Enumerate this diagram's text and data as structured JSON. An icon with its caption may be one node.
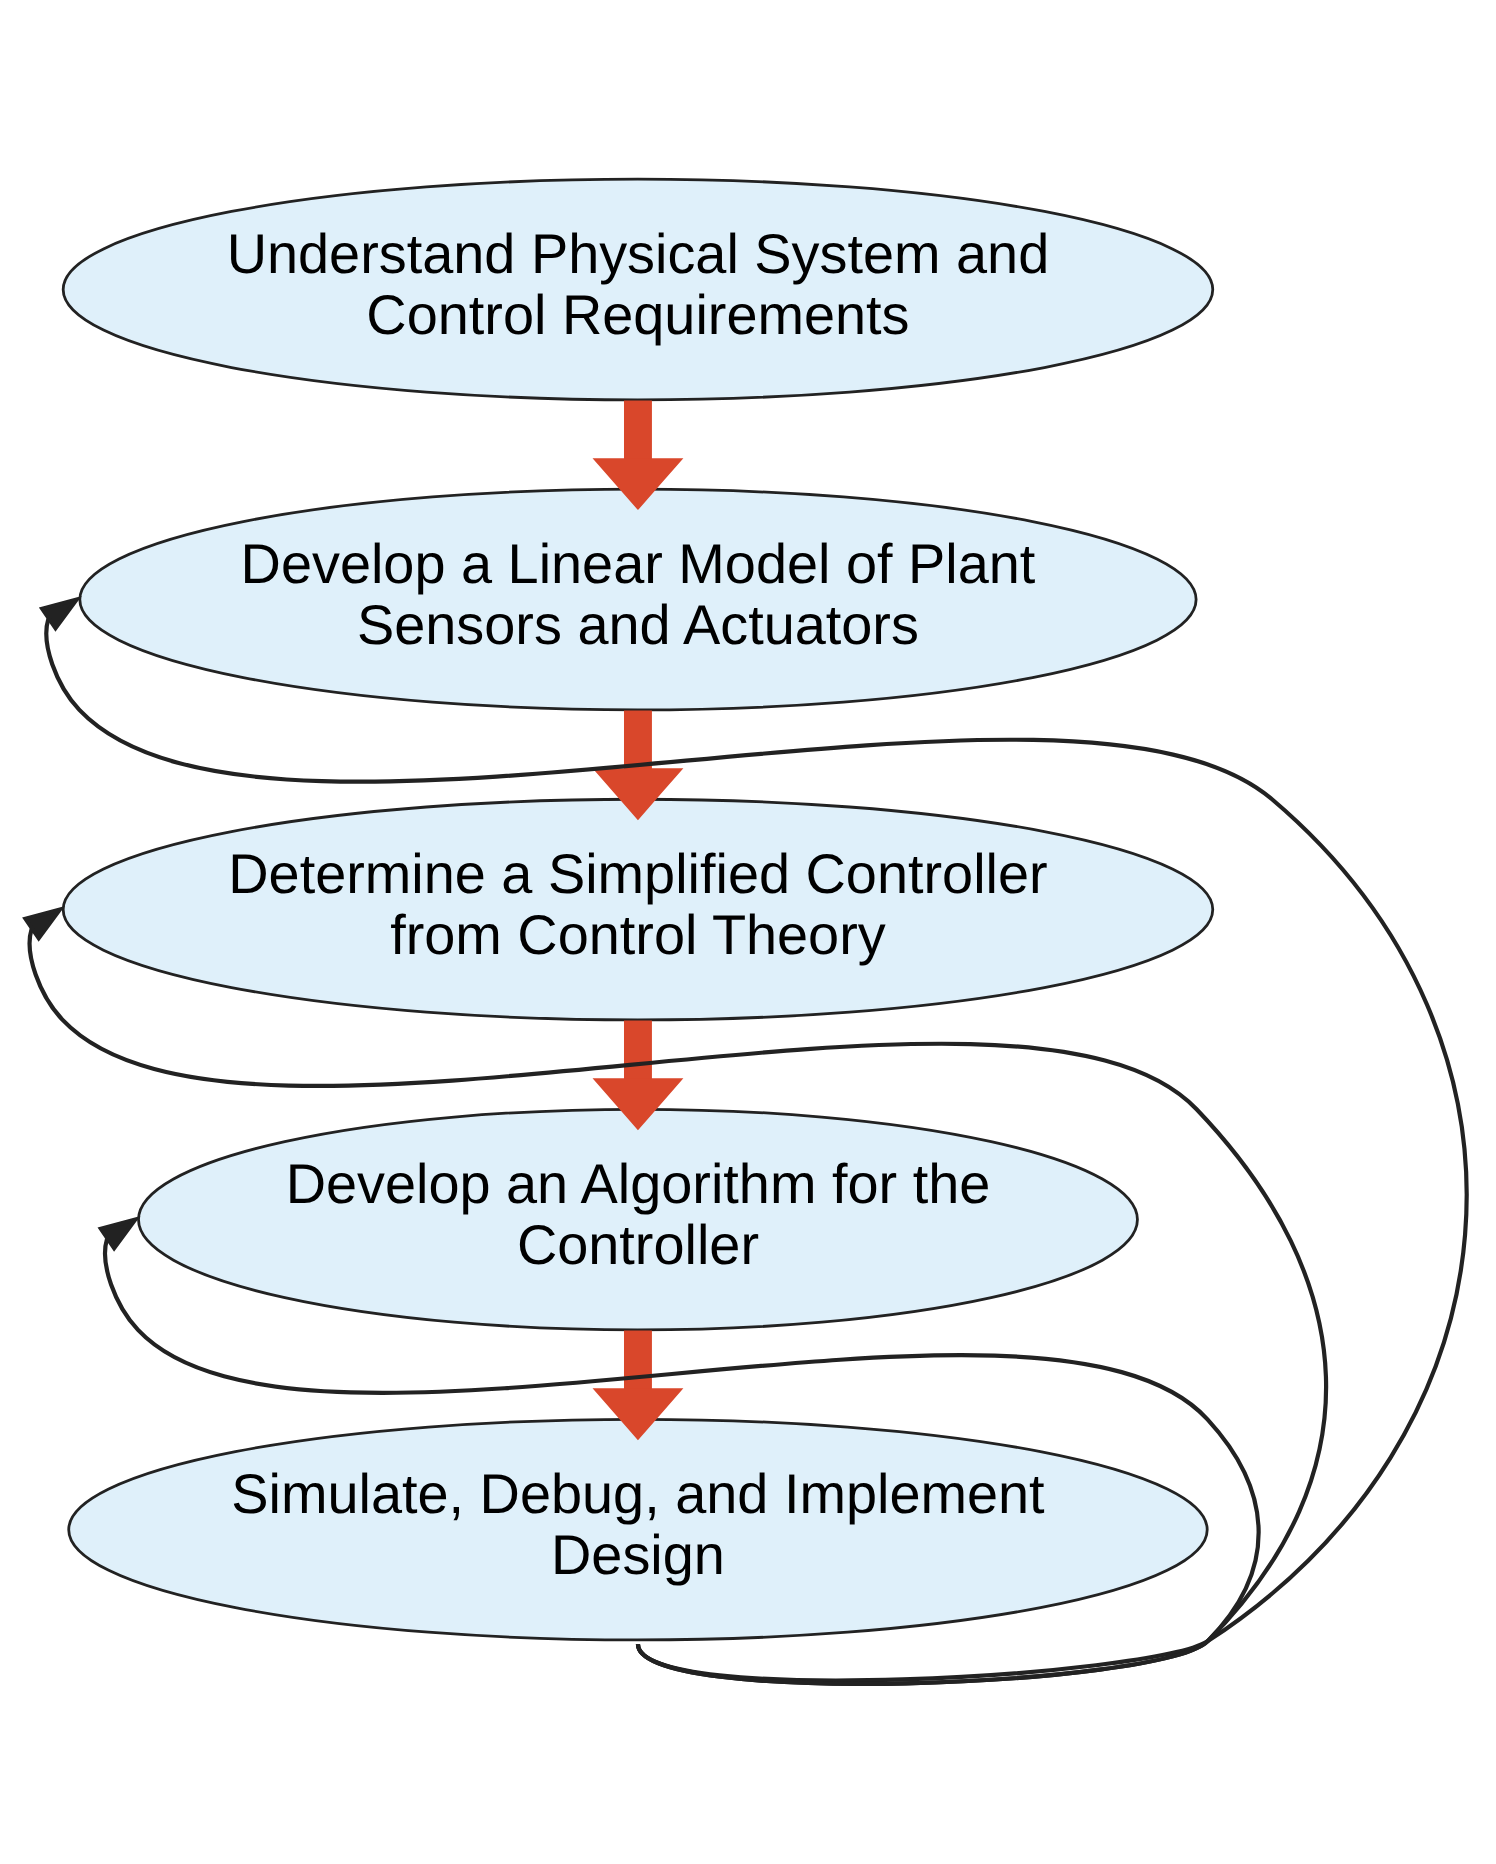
{
  "diagram": {
    "nodes": [
      {
        "text": [
          "Understand Physical System and Control Requirements"
        ]
      },
      {
        "text": [
          "Develop a Linear Model of Plant Sensors and Actuators"
        ]
      },
      {
        "text": [
          "Determine a Simplified Controller from Control Theory"
        ]
      },
      {
        "text": [
          "Develop an Algorithm for the Controller"
        ]
      },
      {
        "text": [
          "Simulate, Debug, and Implement Design"
        ]
      }
    ],
    "edges": [
      {
        "from": 0,
        "to": 1,
        "arrow": "to"
      },
      {
        "from": 1,
        "to": 2,
        "arrow": "to"
      },
      {
        "from": 2,
        "to": 3,
        "arrow": "to"
      },
      {
        "from": 3,
        "to": 4,
        "arrow": "to"
      },
      {
        "from": 4,
        "to": 1,
        "arrow": "to",
        "color": "#222222"
      },
      {
        "from": 4,
        "to": 2,
        "arrow": "to",
        "color": "#222222"
      },
      {
        "from": 4,
        "to": 3,
        "arrow": "to",
        "color": "#222222"
      }
    ]
  }
}
